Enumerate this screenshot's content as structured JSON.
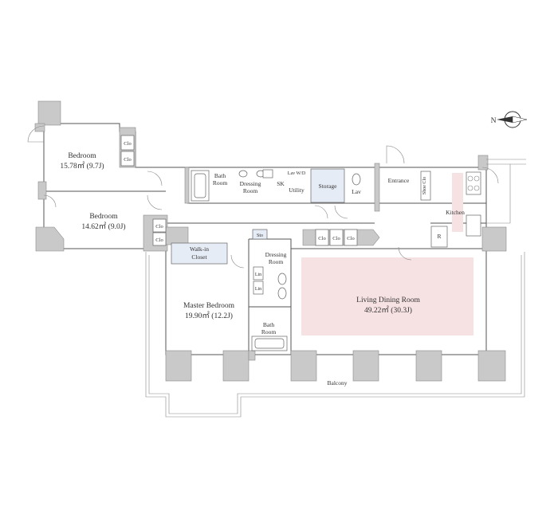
{
  "rooms": {
    "bedroom1": {
      "name": "Bedroom",
      "area": "15.78㎡ (9.7J)"
    },
    "bedroom2": {
      "name": "Bedroom",
      "area": "14.62㎡ (9.0J)"
    },
    "master": {
      "name": "Master Bedroom",
      "area": "19.90㎡ (12.2J)"
    },
    "living": {
      "name": "Living Dining Room",
      "area": "49.22㎡ (30.3J)"
    },
    "bath1": {
      "line1": "Bath",
      "line2": "Room"
    },
    "bath2": {
      "line1": "Bath",
      "line2": "Room"
    },
    "dressing1": {
      "line1": "Dressing",
      "line2": "Room"
    },
    "dressing2": {
      "line1": "Dressing",
      "line2": "Room"
    },
    "walkin": {
      "line1": "Walk-in",
      "line2": "Closet"
    },
    "storage": "Storage",
    "lav": "Lav",
    "entrance": "Entrance",
    "kitchen": "Kitchen",
    "utility": "Utility",
    "sk": "SK",
    "lav_wd": "Lav W/D",
    "shoe_clo": "Shoe Clo",
    "sto": "Sto",
    "refrigerator": "R",
    "balcony": "Balcony"
  },
  "closets": {
    "clo_label": "Clo",
    "lin_label": "Lin"
  },
  "colors": {
    "living_fill": "#f6e1e3",
    "kitchen_fill": "#f6e1e3",
    "closet_fill": "#e6ecf5",
    "wall": "#c9c9c9"
  },
  "compass": {
    "letter": "N"
  }
}
